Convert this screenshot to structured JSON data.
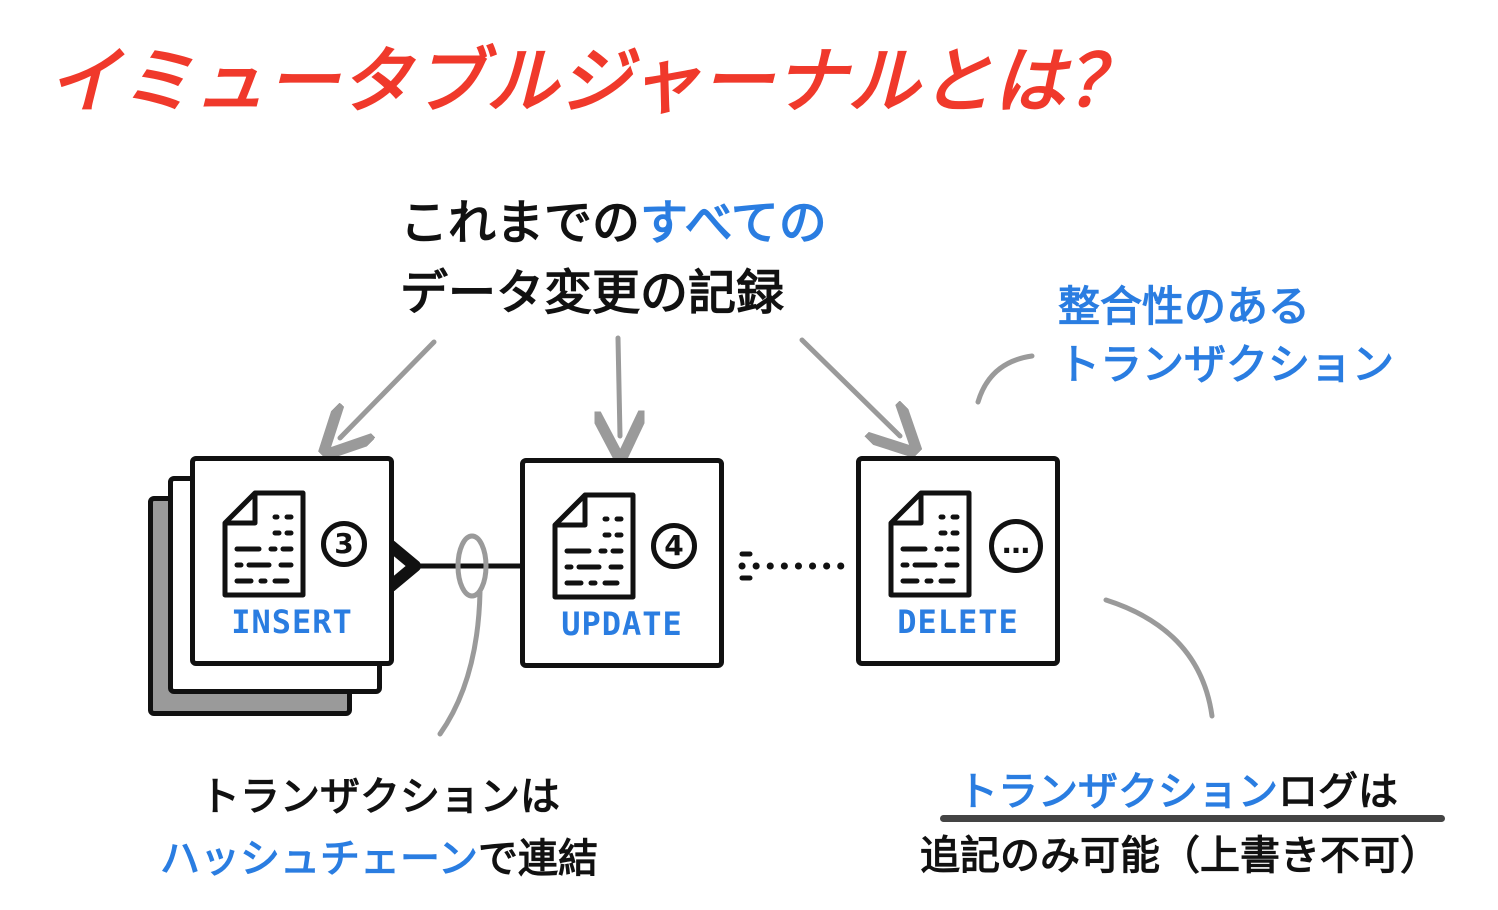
{
  "title": "イミュータブルジャーナルとは？",
  "heading": {
    "line1_black": "これまでの",
    "line1_blue": "すべての",
    "line2": "データ変更の記録"
  },
  "right_label": {
    "line1": "整合性のある",
    "line2": "トランザクション"
  },
  "cards": [
    {
      "label": "INSERT",
      "number": "3"
    },
    {
      "label": "UPDATE",
      "number": "4"
    },
    {
      "label": "DELETE",
      "number": "…"
    }
  ],
  "bottom_left": {
    "line1": "トランザクションは",
    "line2_blue": "ハッシュチェーン",
    "line2_black": "で連結"
  },
  "bottom_right": {
    "line1_blue": "トランザクション",
    "line1_black": "ログは",
    "line2": "追記のみ可能（上書き不可）"
  },
  "colors": {
    "title": "#f0392b",
    "accent_blue": "#2a7de1",
    "arrow_gray": "#9a9a9a",
    "ink": "#111111"
  }
}
